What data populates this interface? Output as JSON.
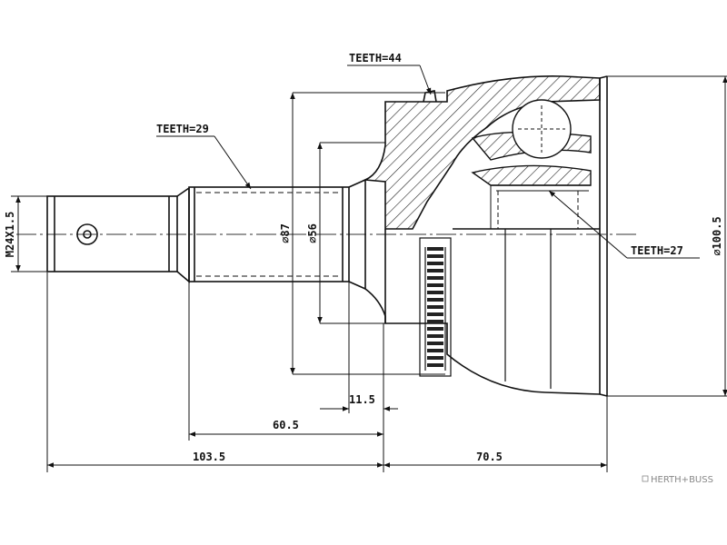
{
  "labels": {
    "teeth_44": "TEETH=44",
    "teeth_29": "TEETH=29",
    "teeth_27": "TEETH=27",
    "thread": "M24X1.5",
    "dia_87": "⌀87",
    "dia_56": "⌀56",
    "dia_100_5": "⌀100.5",
    "dim_11_5": "11.5",
    "dim_60_5": "60.5",
    "dim_103_5": "103.5",
    "dim_70_5": "70.5"
  },
  "brand": {
    "name": "HERTH+BUSS"
  }
}
